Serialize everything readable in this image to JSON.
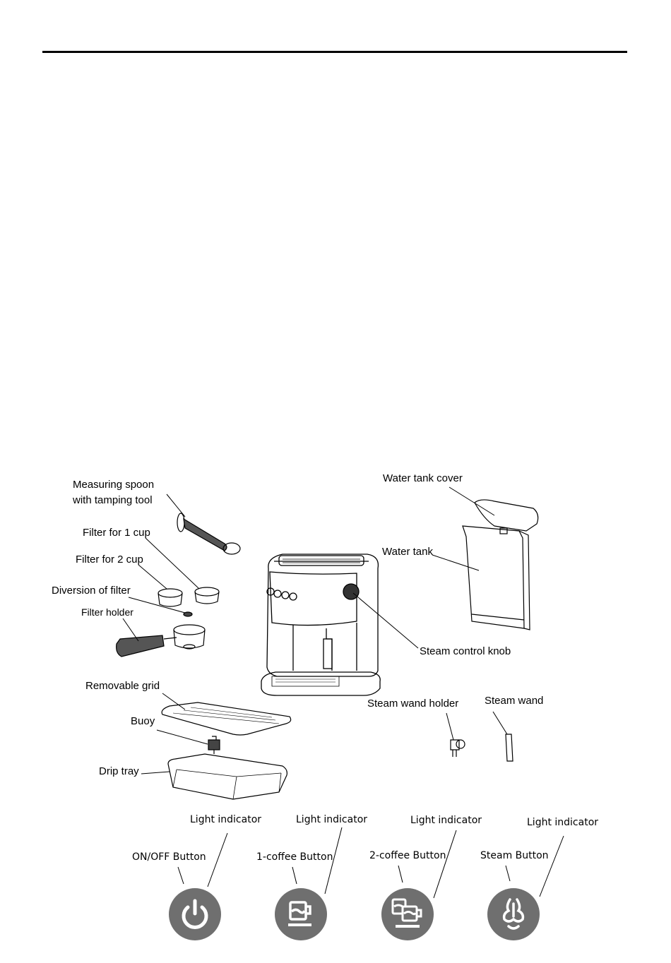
{
  "parts": {
    "measuring_spoon": [
      "Measuring spoon",
      "with tamping tool"
    ],
    "filter_1": "Filter for 1 cup",
    "filter_2": "Filter for 2 cup",
    "diversion": "Diversion of filter",
    "filter_holder": "Filter holder",
    "removable_grid": "Removable grid",
    "buoy": "Buoy",
    "drip_tray": "Drip tray",
    "water_tank_cover": "Water tank cover",
    "water_tank": "Water tank",
    "steam_knob": "Steam control knob",
    "steam_wand_holder": "Steam wand holder",
    "steam_wand": "Steam wand"
  },
  "control_panel": {
    "light_indicator": "Light indicator",
    "buttons": [
      {
        "label": "ON/OFF Button",
        "icon": "power-icon"
      },
      {
        "label": "1-coffee Button",
        "icon": "single-cup-icon"
      },
      {
        "label": "2-coffee Button",
        "icon": "double-cup-icon"
      },
      {
        "label": "Steam Button",
        "icon": "steam-icon"
      }
    ],
    "button_color": "#6f6f6f"
  }
}
